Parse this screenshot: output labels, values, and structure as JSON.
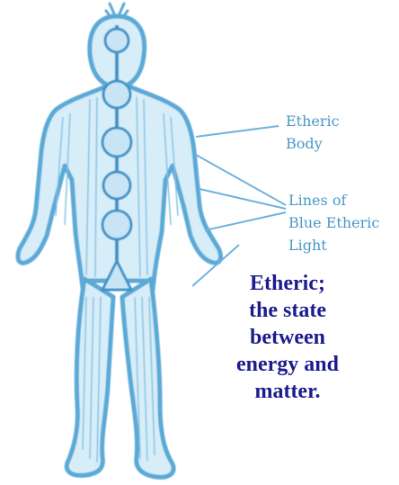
{
  "colors": {
    "figure_line": "#5aa9d6",
    "figure_fill": "#d7edf8",
    "chakra": "#3f94c9",
    "label_text": "#4a98c8",
    "caption_text": "#1c1c8e"
  },
  "labels": {
    "etheric_body": [
      "Etheric",
      "Body"
    ],
    "lines_of_light": [
      "Lines of",
      "Blue Etheric",
      "Light"
    ]
  },
  "caption": {
    "lines": [
      "Etheric;",
      "the state",
      "between",
      "energy and",
      "matter."
    ]
  }
}
